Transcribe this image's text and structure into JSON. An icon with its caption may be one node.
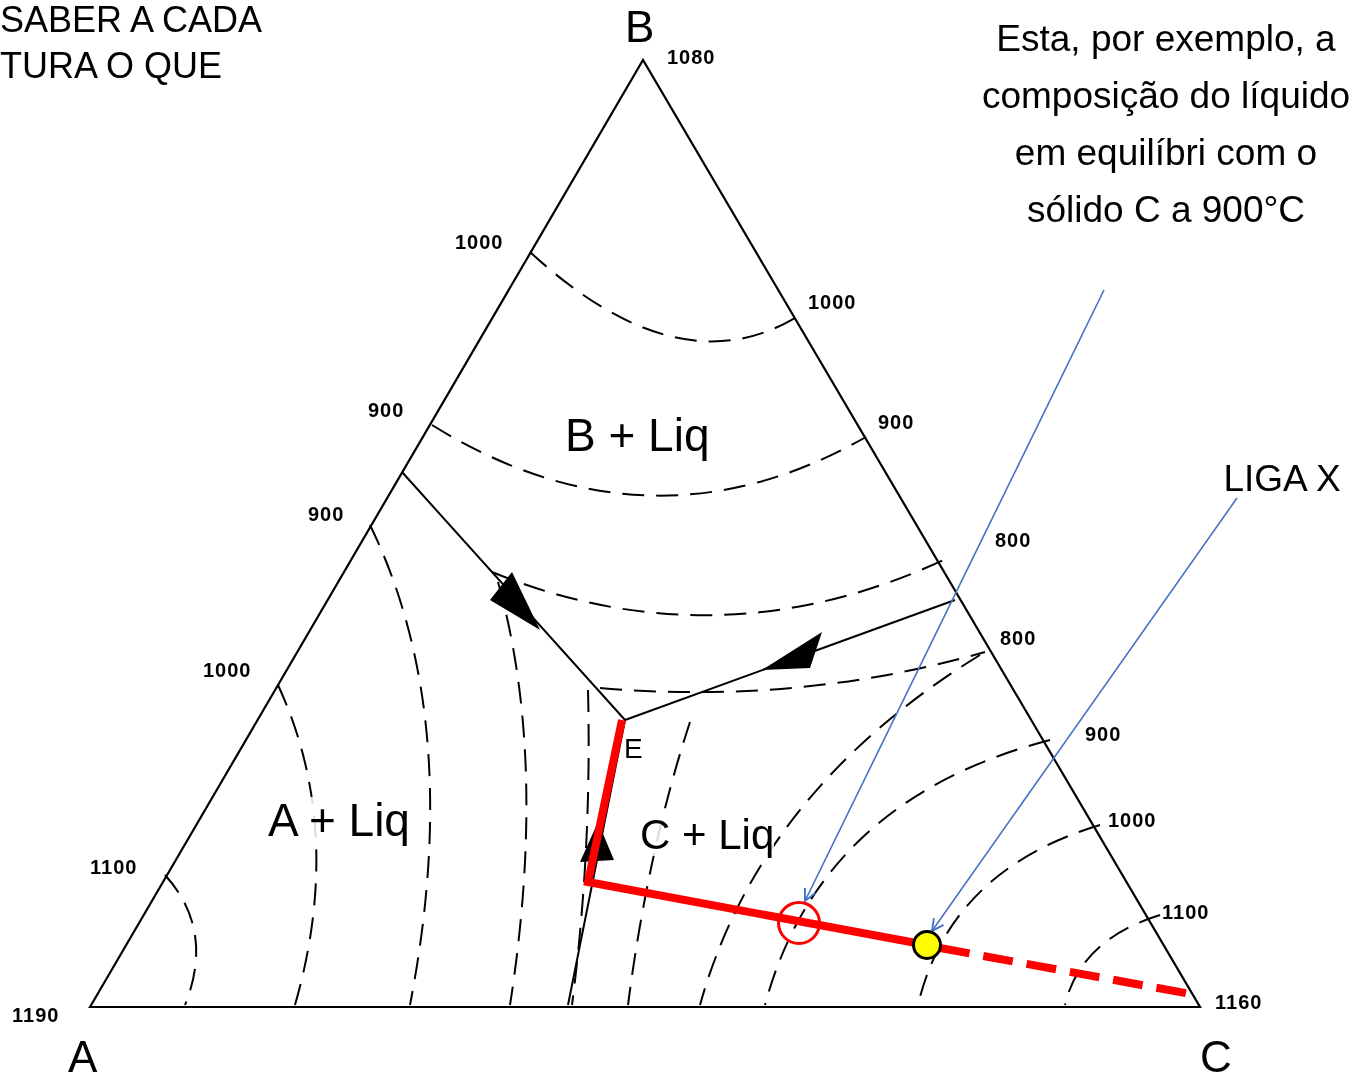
{
  "diagram": {
    "nodes": [
      {
        "text": [
          "Esta, por exemplo, a composição do líquido em equilíbri com o sólido C a 900°C"
        ]
      },
      {
        "text": [
          "LIGA X"
        ]
      },
      {
        "text": [],
        "shape": "circle"
      },
      {
        "text": [],
        "shape": "circle"
      }
    ],
    "edges": [
      {
        "from": 0,
        "to": 2,
        "arrow": "to"
      },
      {
        "from": 1,
        "to": 3,
        "arrow": "to"
      }
    ],
    "labels": [
      "SABER A CADA",
      "TURA O QUE",
      "B",
      "1080",
      "1000",
      "1000",
      "900",
      "900",
      "B + Liq",
      "900",
      "800",
      "800",
      "1000",
      "E",
      "900",
      "A + Liq",
      "C + Liq",
      "1000",
      "1100",
      "1100",
      "1190",
      "1160",
      "A",
      "C"
    ]
  }
}
